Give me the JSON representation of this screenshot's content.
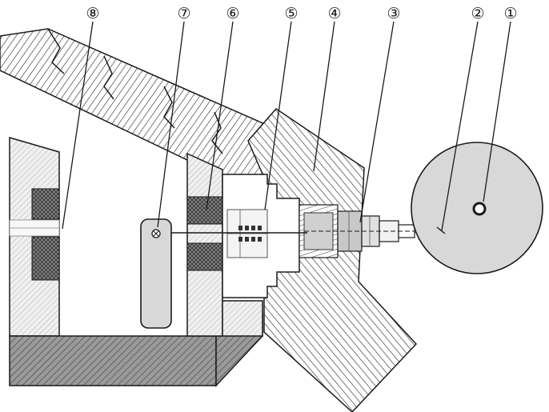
{
  "callouts": {
    "c1": "①",
    "c2": "②",
    "c3": "③",
    "c4": "④",
    "c5": "⑤",
    "c6": "⑥",
    "c7": "⑦",
    "c8": "⑧"
  },
  "colors": {
    "line": "#1a1a1a",
    "hatch": "#3a3a3a",
    "light_fill": "#d8d8d8",
    "dark_fill": "#6a6a6a",
    "background": "#ffffff"
  }
}
